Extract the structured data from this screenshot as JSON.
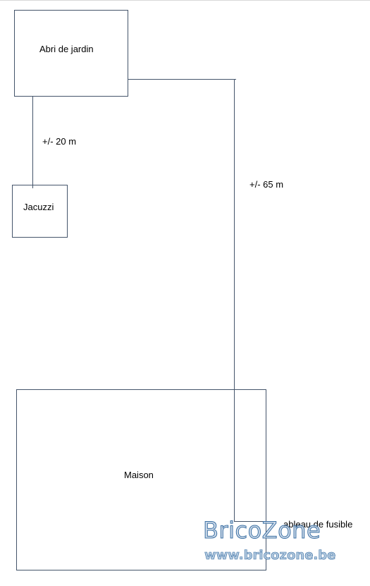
{
  "diagram": {
    "nodes": {
      "abri": {
        "label": "Abri de jardin"
      },
      "jacuzzi": {
        "label": "Jacuzzi"
      },
      "maison": {
        "label": "Maison"
      },
      "tableau": {
        "label": "ableau de fusible"
      }
    },
    "distances": {
      "abri_jacuzzi": "+/- 20 m",
      "abri_maison": "+/- 65 m"
    },
    "colors": {
      "stroke": "#44546a",
      "text": "#000000"
    }
  },
  "watermark": {
    "brand": "BricoZone",
    "url": "www.bricozone.be"
  }
}
